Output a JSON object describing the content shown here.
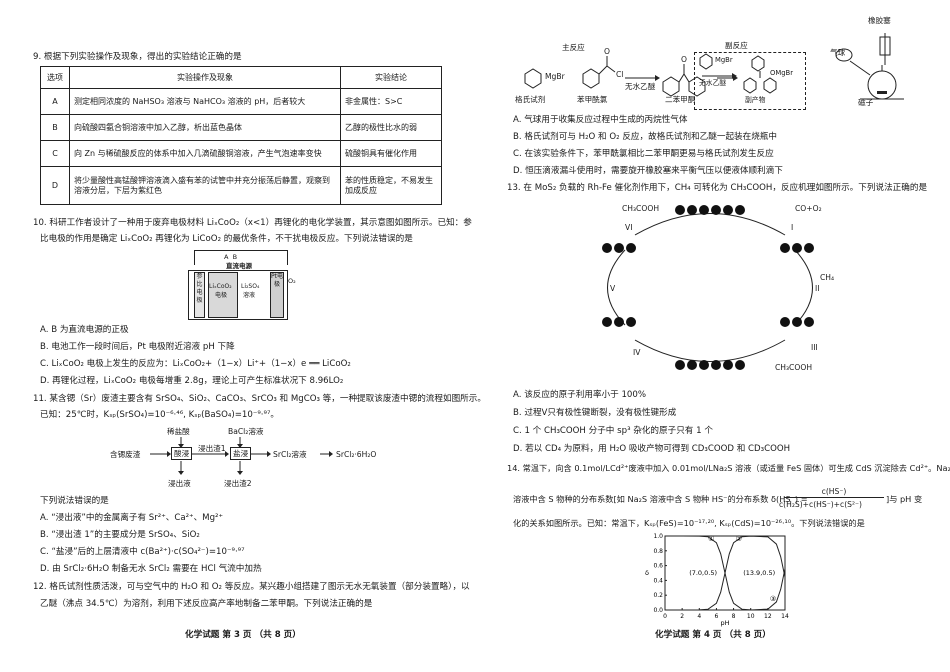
{
  "left_page": {
    "q9": {
      "stem": "9. 根据下列实验操作及现象，得出的实验结论正确的是",
      "headers": [
        "选项",
        "实验操作及现象",
        "实验结论"
      ],
      "rows": [
        [
          "A",
          "测定相同浓度的 NaHSO₃ 溶液与 NaHCO₃ 溶液的 pH，后者较大",
          "非金属性：S>C"
        ],
        [
          "B",
          "向硫酸四氨合铜溶液中加入乙醇，析出蓝色晶体",
          "乙醇的极性比水的弱"
        ],
        [
          "C",
          "向 Zn 与稀硫酸反应的体系中加入几滴硫酸铜溶液，产生气泡速率变快",
          "硫酸铜具有催化作用"
        ],
        [
          "D",
          "将少量酸性高锰酸钾溶液滴入盛有苯的试管中并充分振荡后静置，观察到溶液分层，下层为紫红色",
          "苯的性质稳定，不易发生加成反应"
        ]
      ]
    },
    "q10": {
      "stem_line1": "10. 科研工作者设计了一种用于废弃电极材料 LiₓCoO₂（x<1）再锂化的电化学装置，其示意图如图所示。已知：参",
      "stem_line2": "比电极的作用是确定 LiₓCoO₂ 再锂化为 LiCoO₂ 的最优条件，不干扰电极反应。下列说法错误的是",
      "figure": {
        "power_top": "A",
        "power_top2": "B",
        "power_label": "直流电源",
        "ref_electrode": "参比电极",
        "lico_electrode_1": "LiₓCoO₂",
        "lico_electrode_2": "电极",
        "solution_1": "Li₂SO₄",
        "solution_2": "溶液",
        "pt_electrode": "Pt电极",
        "o2": "O₂"
      },
      "options": [
        "A. B 为直流电源的正极",
        "B. 电池工作一段时间后，Pt 电极附近溶液 pH 下降",
        "C. LiₓCoO₂ 电极上发生的反应为：LiₓCoO₂+（1−x）Li⁺+（1−x）e ══ LiCoO₂",
        "D. 再锂化过程，LiₓCoO₂ 电极每增重 2.8g，理论上可产生标准状况下 8.96LO₂"
      ]
    },
    "q11": {
      "stem_line1": "11. 某含锶（Sr）废渣主要含有 SrSO₄、SiO₂、CaCO₃、SrCO₃ 和 MgCO₃ 等，一种提取该废渣中锶的流程如图所示。",
      "stem_line2": "已知：25℃时，Kₛₚ(SrSO₄)=10⁻⁶·⁴⁶, Kₛₚ(BaSO₄)=10⁻⁹·⁹⁷。",
      "flow": {
        "reagent1": "稀盐酸",
        "reagent2": "BaCl₂溶液",
        "start": "含锶废渣",
        "step1": "酸浸",
        "mid": "浸出渣1",
        "step2": "盐浸",
        "out1": "SrCl₂溶液",
        "out2": "SrCl₂·6H₂O",
        "waste1": "浸出液",
        "waste2": "浸出渣2"
      },
      "question": "下列说法错误的是",
      "options": [
        "A. “浸出液”中的金属离子有 Sr²⁺、Ca²⁺、Mg²⁺",
        "B. “浸出渣 1”的主要成分是 SrSO₄、SiO₂",
        "C. “盐浸”后的上层清液中 c(Ba²⁺)·c(SO₄²⁻)=10⁻⁹·⁹⁷",
        "D. 由 SrCl₂·6H₂O 制备无水 SrCl₂ 需要在 HCl 气流中加热"
      ]
    },
    "q12": {
      "stem_line1": "12. 格氏试剂性质活泼，可与空气中的 H₂O 和 O₂ 等反应。某兴趣小组搭建了图示无水无氧装置（部分装置略），以",
      "stem_line2": "乙醚（沸点 34.5℃）为溶剂，利用下述反应高产率地制备二苯甲酮。下列说法正确的是"
    },
    "footer": "化学试题  第 3 页  （共 8 页）"
  },
  "right_page": {
    "q12_figure": {
      "main_label": "主反应",
      "side_label": "副反应",
      "mgbr": "MgBr",
      "cl": "Cl",
      "o": "O",
      "solvent": "无水乙醚",
      "side_mgbr": "MgBr",
      "side_solvent": "无水乙醚",
      "omgbr": "OMgBr",
      "grignard": "格氏试剂",
      "benzoyl": "苯甲酰氯",
      "product": "二苯甲酮",
      "byproduct": "副产物",
      "stopper": "橡胶塞",
      "gas_ball": "气球",
      "magnet": "磁子"
    },
    "q12_options": [
      "A. 气球用于收集反应过程中生成的丙烷性气体",
      "B. 格氏试剂可与 H₂O 和 O₂ 反应，故格氏试剂和乙醚一起装在烧瓶中",
      "C. 在该实验条件下，苯甲酰氯相比二苯甲酮更易与格氏试剂发生反应",
      "D. 恒压滴液漏斗使用时，需要旋开橡胶塞来平衡气压以便液体顺利滴下"
    ],
    "q13": {
      "stem": "13. 在 MoS₂ 负载的 Rh-Fe 催化剂作用下，CH₄ 可转化为 CH₃COOH，反应机理如图所示。下列说法正确的是",
      "cycle": {
        "product": "CH₃COOH",
        "co_o2": "CO+O₂",
        "ch4": "CH₄",
        "ch3cooh_bottom": "CH₃COOH",
        "step_labels": [
          "I",
          "II",
          "III",
          "IV",
          "V",
          "VI"
        ]
      },
      "options": [
        "A. 该反应的原子利用率小于 100%",
        "B. 过程V只有极性键断裂，没有极性键形成",
        "C. 1 个 CH₃COOH 分子中 sp³ 杂化的原子只有 1 个",
        "D. 若以 CD₄ 为原料，用 H₂O 吸收产物可得到 CD₃COOD 和 CD₃COOH"
      ]
    },
    "q14": {
      "stem_line1": "14. 常温下，向含 0.1mol/LCd²⁺废液中加入 0.01mol/LNa₂S 溶液（或适量 FeS 固体）可生成 CdS 沉淀除去 Cd²⁺。Na₂S",
      "stem_line2a": "溶液中含 S 物种的分布系数[如 Na₂S 溶液中含 S 物种 HS⁻的分布系数 δ(HS⁻) =",
      "fraction_num": "c(HS⁻)",
      "fraction_den": "c(H₂S)+c(HS⁻)+c(S²⁻)",
      "stem_line2b": "]与 pH 变",
      "stem_line3": "化的关系如图所示。已知：常温下，Kₛₚ(FeS)=10⁻¹⁷·²⁰, Kₛₚ(CdS)=10⁻²⁶·¹⁰。下列说法错误的是"
    },
    "footer": "化学试题  第 4 页  （共 8 页）"
  },
  "chart_data": {
    "type": "line",
    "xlabel": "pH",
    "ylabel": "δ",
    "xlim": [
      0,
      14
    ],
    "ylim": [
      0,
      1.0
    ],
    "xticks": [
      0,
      2,
      4,
      6,
      8,
      10,
      12,
      14
    ],
    "yticks": [
      0.0,
      0.2,
      0.4,
      0.6,
      0.8,
      1.0
    ],
    "series": [
      {
        "name": "①",
        "x": [
          0,
          2,
          4,
          5,
          6,
          6.5,
          7,
          7.5,
          8,
          9,
          10,
          12,
          14
        ],
        "values": [
          1.0,
          1.0,
          0.999,
          0.99,
          0.91,
          0.76,
          0.5,
          0.24,
          0.09,
          0.01,
          0.001,
          0.0,
          0.0
        ]
      },
      {
        "name": "②",
        "x": [
          0,
          4,
          5,
          6,
          6.5,
          7,
          7.5,
          8,
          9,
          10,
          12,
          13,
          13.5,
          13.9,
          14.3,
          15
        ],
        "values": [
          0.0,
          0.001,
          0.01,
          0.09,
          0.24,
          0.5,
          0.76,
          0.91,
          0.99,
          0.999,
          0.988,
          0.89,
          0.72,
          0.5,
          0.28,
          0.07
        ]
      },
      {
        "name": "③",
        "x": [
          10,
          12,
          13,
          13.5,
          13.9,
          14
        ],
        "values": [
          0.0,
          0.012,
          0.11,
          0.28,
          0.5,
          0.56
        ]
      }
    ],
    "annotations": [
      {
        "text": "(7.0,0.5)",
        "x": 7.0,
        "y": 0.5
      },
      {
        "text": "(13.9,0.5)",
        "x": 13.9,
        "y": 0.5
      }
    ]
  }
}
